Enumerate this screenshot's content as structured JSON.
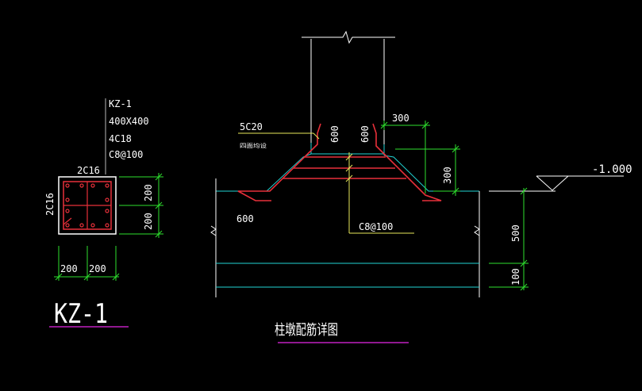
{
  "colors": {
    "background": "#000000",
    "white": "#ffffff",
    "cyan": "#22d3d3",
    "red": "#e8303a",
    "green": "#2ee02e",
    "yellow": "#e8e85a",
    "magenta": "#c020c0",
    "gray": "#b8b8b8"
  },
  "column_section": {
    "mark": "KZ-1",
    "size": "400X400",
    "main_bars": "4C18",
    "stirrups": "C8@100",
    "top_bars": "2C16",
    "side_bars": "2C16",
    "dim_vertical": [
      "200",
      "200"
    ],
    "dim_horizontal": [
      "200",
      "200"
    ],
    "title": "KZ-1"
  },
  "pier_detail": {
    "bar_label": "5C20",
    "small_note": "四面均设",
    "anchor_left": "600",
    "anchor_right": "600",
    "hook_bottom": "600",
    "width_top": "300",
    "height_step": "300",
    "stirrup_label": "C8@100",
    "elevation": "-1.000",
    "depth_main": "500",
    "depth_base": "100",
    "title": "柱墩配筋详图"
  }
}
